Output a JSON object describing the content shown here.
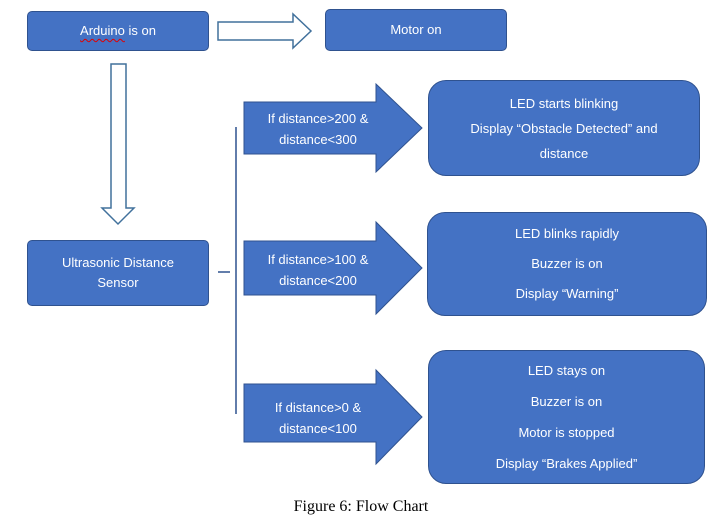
{
  "nodes": {
    "arduino": {
      "before": "",
      "highlighted": "Arduino",
      "after": " is on"
    },
    "motor": {
      "label": "Motor on"
    },
    "sensor": {
      "line1": "Ultrasonic Distance",
      "line2": "Sensor"
    }
  },
  "branches": [
    {
      "condition": {
        "line1": "If distance>200 &",
        "line2": "distance<300"
      },
      "result": [
        "LED starts blinking",
        "Display “Obstacle Detected” and",
        "distance"
      ]
    },
    {
      "condition": {
        "line1": "If distance>100 &",
        "line2": "distance<200"
      },
      "result": [
        "LED blinks rapidly",
        "Buzzer is on",
        "Display “Warning”"
      ]
    },
    {
      "condition": {
        "line1": "If distance>0 &",
        "line2": "distance<100"
      },
      "result": [
        "LED stays on",
        "Buzzer is on",
        "Motor is stopped",
        "Display “Brakes Applied”"
      ]
    }
  ],
  "caption": "Figure 6: Flow Chart",
  "colors": {
    "box_fill": "#4472c4",
    "box_border": "#2f528f",
    "hollow_arrow_stroke": "#41719c",
    "connector_line": "#2f528f",
    "spellcheck_underline": "#e00000"
  }
}
